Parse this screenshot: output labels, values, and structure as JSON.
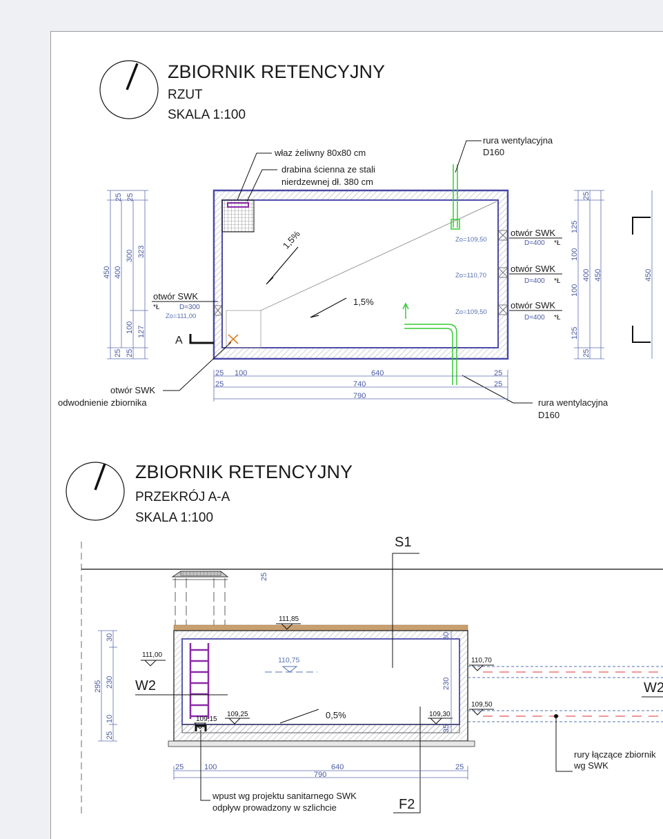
{
  "plan": {
    "title": "ZBIORNIK RETENCYJNY",
    "subtitle": "RZUT",
    "scale": "SKALA 1:100",
    "labels": {
      "hatch": "właz żeliwny 80x80 cm",
      "ladder_l1": "drabina ścienna ze stali",
      "ladder_l2": "nierdzewnej dł. 380 cm",
      "vent_top_l1": "rura wentylacyjna",
      "vent_top_l2": "D160",
      "vent_bottom_l1": "rura wentylacyjna",
      "vent_bottom_l2": "D160",
      "drain_l1": "otwór SWK",
      "drain_l2": "odwodnienie zbiornika",
      "left_opening": "otwór SWK",
      "left_opening_mark": "*Ł",
      "left_opening_d": "D=300",
      "left_opening_zo": "Zo=111,00",
      "section_mark": "A",
      "slope_1": "1,5%",
      "slope_2": "1,5%"
    },
    "right_openings": [
      {
        "label": "otwór SWK",
        "d": "D=400",
        "mark": "*Ł",
        "zo": "Zo=109,50"
      },
      {
        "label": "otwór SWK",
        "d": "D=400",
        "mark": "*Ł",
        "zo": "Zo=110,70"
      },
      {
        "label": "otwór SWK",
        "d": "D=400",
        "mark": "*Ł",
        "zo": "Zo=109,50"
      }
    ],
    "dims_left": [
      "25",
      "25",
      "450",
      "400",
      "300",
      "323",
      "100",
      "127",
      "25",
      "25"
    ],
    "dims_right": [
      "25",
      "125",
      "100",
      "400",
      "450",
      "100",
      "125",
      "25",
      "450"
    ],
    "dims_bottom": [
      "25",
      "100",
      "640",
      "25",
      "25",
      "740",
      "25",
      "790"
    ]
  },
  "section": {
    "title": "ZBIORNIK RETENCYJNY",
    "subtitle": "PRZEKRÓJ A-A",
    "scale": "SKALA 1:100",
    "labels": {
      "s1": "S1",
      "f2": "F2",
      "w2_left": "W2",
      "w2_right": "W2",
      "slope": "0,5%",
      "drain_note_l1": "wpust wg projektu sanitarnego SWK",
      "drain_note_l2": "odpływ prowadzony w szlichcie",
      "pipes_note_l1": "rury łączące zbiornik",
      "pipes_note_l2": "wg SWK"
    },
    "elevations": [
      "111,85",
      "111,00",
      "110,75",
      "110,70",
      "109,50",
      "109,25",
      "109,30",
      "109,15"
    ],
    "dims_left": [
      "30",
      "295",
      "230",
      "10",
      "25"
    ],
    "dims_inner": [
      "30",
      "230",
      "35",
      "25"
    ],
    "dims_bottom": [
      "25",
      "100",
      "640",
      "25",
      "790"
    ]
  },
  "colors": {
    "wall": "#4a4aa8",
    "vent": "#33cc33",
    "ladder": "#8a2aa8",
    "dimension": "#4a5aa0",
    "soil": "#c8a070",
    "pipe_red": "#e03030"
  }
}
